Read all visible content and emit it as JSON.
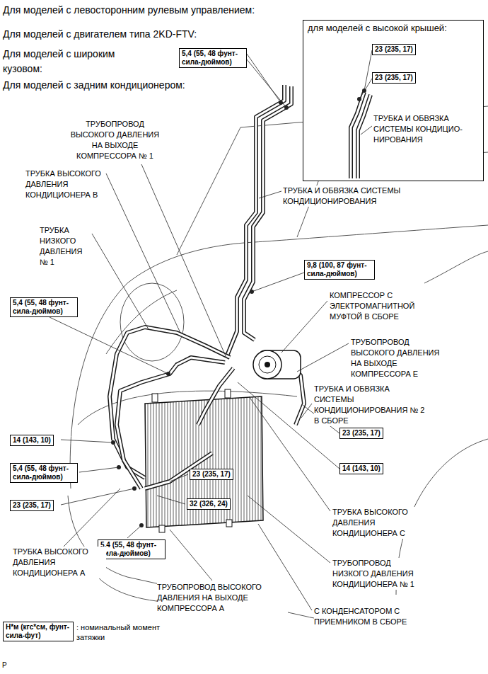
{
  "diagram": {
    "nodes": [
      {
        "text": [
          "для моделей с высокой крышей:"
        ]
      },
      {
        "text": [
          "23 (235, 17)"
        ],
        "in": 0
      },
      {
        "text": [
          "23 (235, 17)"
        ],
        "in": 0
      },
      {
        "text": [
          "5,4 (55, 48 фунт-сила-дюймов)"
        ]
      },
      {
        "text": [
          "9,8 (100, 87 фунт-сила-дюймов)"
        ]
      },
      {
        "text": [
          "5,4 (55, 48 фунт-сила-дюймов)"
        ]
      },
      {
        "text": [
          "23 (235, 17)"
        ]
      },
      {
        "text": [
          "14 (143, 10)"
        ]
      },
      {
        "text": [
          "5,4 (55, 48 фунт-сила-дюймов)"
        ]
      },
      {
        "text": [
          "14 (143, 10)"
        ]
      },
      {
        "text": [
          "23 (235, 17)"
        ]
      },
      {
        "text": [
          "23 (235, 17)"
        ]
      },
      {
        "text": [
          "32 (326, 24)"
        ]
      },
      {
        "text": [
          "5,4 (55, 48 фунт-сила-дюймов)"
        ]
      },
      {
        "text": [
          "Н*м (кгс*см, фунт-сила-фут)"
        ]
      }
    ],
    "labels": [
      "Для моделей с левосторонним рулевым управлением:",
      "Для моделей с двигателем типа 2KD-FTV:",
      "Для моделей с широким кузовом:",
      "Для моделей с задним кондиционером:",
      "ТРУБОПРОВОД ВЫСОКОГО ДАВЛЕНИЯ НА ВЫХОДЕ КОМПРЕССОРА № 1",
      "ТРУБКА ВЫСОКОГО ДАВЛЕНИЯ КОНДИЦИОНЕРА В",
      "ТРУБКА НИЗКОГО ДАВЛЕНИЯ № 1",
      "ТРУБКА И ОБВЯЗКА СИСТЕМЫ КОНДИЦИОНИРОВАНИЯ",
      "ТРУБКА И ОБВЯЗКА СИСТЕМЫ КОНДИЦИО- НИРОВАНИЯ",
      "КОМПРЕССОР С ЭЛЕКТРОМАГНИТНОЙ МУФТОЙ В СБОРЕ",
      "ТРУБОПРОВОД ВЫСОКОГО ДАВЛЕНИЯ НА ВЫХОДЕ КОМПРЕССОРА Е",
      "ТРУБКА И ОБВЯЗКА СИСТЕМЫ КОНДИЦИОНИРОВАНИЯ № 2 В СБОРЕ",
      "ТРУБКА ВЫСОКОГО ДАВЛЕНИЯ КОНДИЦИОНЕРА С",
      "ТРУБОПРОВОД НИЗКОГО ДАВЛЕНИЯ КОНДИЦИОНЕРА № 1",
      "С КОНДЕНСАТОРОМ С ПРИЕМНИКОМ В СБОРЕ",
      "ТРУБОПРОВОД ВЫСОКОГО ДАВЛЕНИЯ НА ВЫХОДЕ КОМПРЕССОРА А",
      "ТРУБКА ВЫСОКОГО ДАВЛЕНИЯ КОНДИЦИОНЕРА А",
      ": номинальный момент затяжки",
      "P"
    ]
  }
}
